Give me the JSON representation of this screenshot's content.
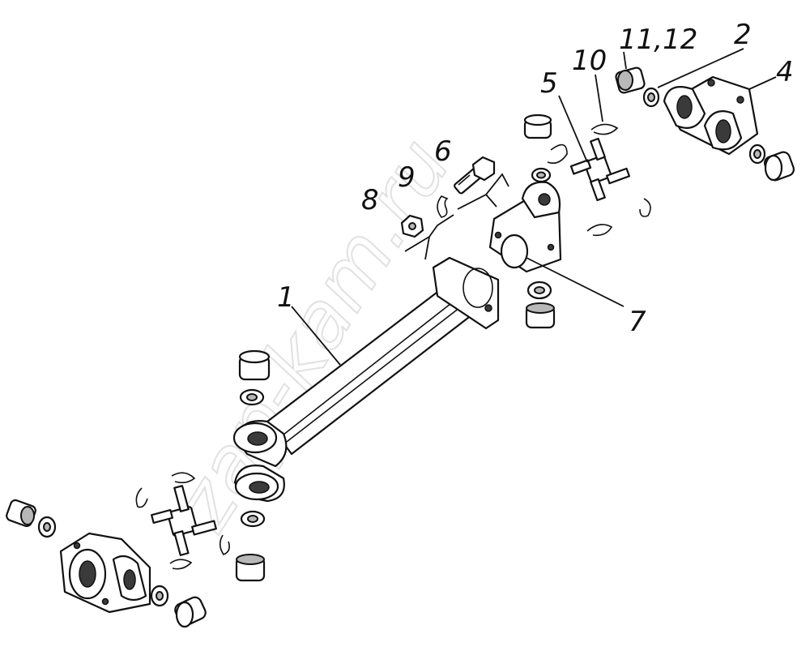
{
  "diagram": {
    "callouts": {
      "c1": "1",
      "c2": "2",
      "c4": "4",
      "c5": "5",
      "c6": "6",
      "c7": "7",
      "c8": "8",
      "c9": "9",
      "c10": "10",
      "c11_12": "11,12"
    },
    "watermark": "zap-kam.ru"
  }
}
